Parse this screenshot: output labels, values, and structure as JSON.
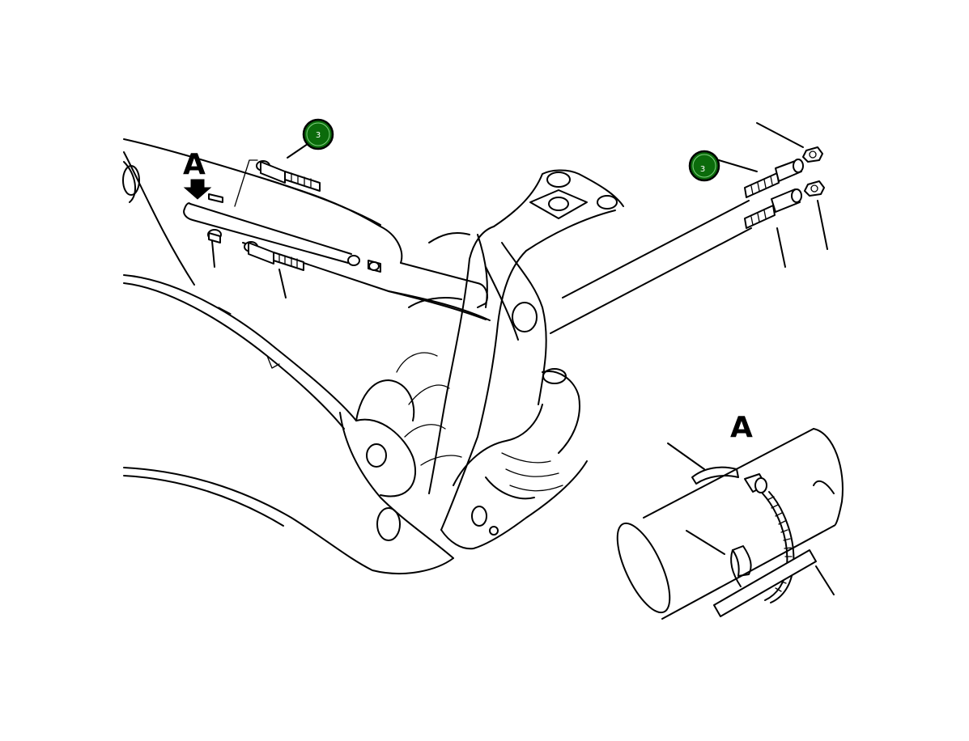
{
  "diagram": {
    "view_letter_main": "A",
    "view_letter_detail": "A",
    "callouts": [
      {
        "label": "3",
        "color": "#0b6b0b"
      },
      {
        "label": "3",
        "color": "#0b6b0b"
      }
    ]
  }
}
